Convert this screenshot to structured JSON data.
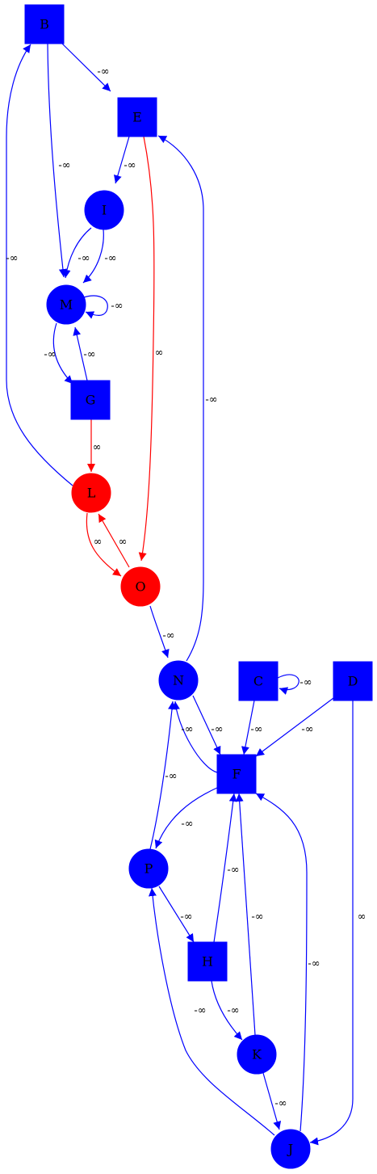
{
  "colors": {
    "blue": "#0000ff",
    "red": "#ff0000"
  },
  "nodes": [
    {
      "id": "B",
      "label": "B",
      "shape": "box",
      "color": "blue"
    },
    {
      "id": "E",
      "label": "E",
      "shape": "box",
      "color": "blue"
    },
    {
      "id": "I",
      "label": "I",
      "shape": "circle",
      "color": "blue"
    },
    {
      "id": "M",
      "label": "M",
      "shape": "circle",
      "color": "blue"
    },
    {
      "id": "G",
      "label": "G",
      "shape": "box",
      "color": "blue"
    },
    {
      "id": "L",
      "label": "L",
      "shape": "circle",
      "color": "red"
    },
    {
      "id": "O",
      "label": "O",
      "shape": "circle",
      "color": "red"
    },
    {
      "id": "N",
      "label": "N",
      "shape": "circle",
      "color": "blue"
    },
    {
      "id": "C",
      "label": "C",
      "shape": "box",
      "color": "blue"
    },
    {
      "id": "D",
      "label": "D",
      "shape": "box",
      "color": "blue"
    },
    {
      "id": "F",
      "label": "F",
      "shape": "box",
      "color": "blue"
    },
    {
      "id": "P",
      "label": "P",
      "shape": "circle",
      "color": "blue"
    },
    {
      "id": "H",
      "label": "H",
      "shape": "box",
      "color": "blue"
    },
    {
      "id": "K",
      "label": "K",
      "shape": "circle",
      "color": "blue"
    },
    {
      "id": "J",
      "label": "J",
      "shape": "circle",
      "color": "blue"
    }
  ],
  "edges": [
    {
      "from": "B",
      "to": "E",
      "label": "-∞",
      "color": "blue"
    },
    {
      "from": "B",
      "to": "M",
      "label": "-∞",
      "color": "blue"
    },
    {
      "from": "E",
      "to": "I",
      "label": "-∞",
      "color": "blue"
    },
    {
      "from": "E",
      "to": "O",
      "label": "∞",
      "color": "red"
    },
    {
      "from": "I",
      "to": "M",
      "label": "-∞",
      "color": "blue"
    },
    {
      "from": "I",
      "to": "M",
      "label": "-∞",
      "color": "blue"
    },
    {
      "from": "M",
      "to": "M",
      "label": "-∞",
      "color": "blue"
    },
    {
      "from": "M",
      "to": "G",
      "label": "-∞",
      "color": "blue"
    },
    {
      "from": "G",
      "to": "M",
      "label": "-∞",
      "color": "blue"
    },
    {
      "from": "G",
      "to": "L",
      "label": "∞",
      "color": "red"
    },
    {
      "from": "L",
      "to": "B",
      "label": "-∞",
      "color": "blue"
    },
    {
      "from": "L",
      "to": "O",
      "label": "∞",
      "color": "red"
    },
    {
      "from": "O",
      "to": "L",
      "label": "∞",
      "color": "red"
    },
    {
      "from": "O",
      "to": "N",
      "label": "-∞",
      "color": "blue"
    },
    {
      "from": "N",
      "to": "E",
      "label": "-∞",
      "color": "blue"
    },
    {
      "from": "N",
      "to": "F",
      "label": "-∞",
      "color": "blue"
    },
    {
      "from": "C",
      "to": "C",
      "label": "-∞",
      "color": "blue"
    },
    {
      "from": "C",
      "to": "F",
      "label": "-∞",
      "color": "blue"
    },
    {
      "from": "D",
      "to": "F",
      "label": "-∞",
      "color": "blue"
    },
    {
      "from": "D",
      "to": "J",
      "label": "∞",
      "color": "blue"
    },
    {
      "from": "F",
      "to": "N",
      "label": "-∞",
      "color": "blue"
    },
    {
      "from": "F",
      "to": "P",
      "label": "-∞",
      "color": "blue"
    },
    {
      "from": "P",
      "to": "N",
      "label": "-∞",
      "color": "blue"
    },
    {
      "from": "P",
      "to": "H",
      "label": "-∞",
      "color": "blue"
    },
    {
      "from": "H",
      "to": "F",
      "label": "-∞",
      "color": "blue"
    },
    {
      "from": "H",
      "to": "K",
      "label": "-∞",
      "color": "blue"
    },
    {
      "from": "K",
      "to": "F",
      "label": "-∞",
      "color": "blue"
    },
    {
      "from": "K",
      "to": "J",
      "label": "-∞",
      "color": "blue"
    },
    {
      "from": "J",
      "to": "P",
      "label": "-∞",
      "color": "blue"
    },
    {
      "from": "J",
      "to": "F",
      "label": "-∞",
      "color": "blue"
    }
  ]
}
